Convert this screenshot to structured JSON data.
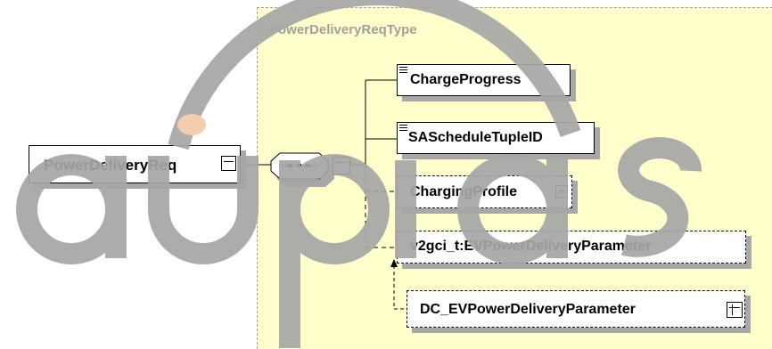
{
  "type_name": "PowerDeliveryReqType",
  "root_element": {
    "label": "PowerDeliveryReq"
  },
  "children": {
    "charge_progress": {
      "label": "ChargeProgress"
    },
    "sa_schedule_tuple_id": {
      "label": "SAScheduleTupleID"
    },
    "charging_profile": {
      "label": "ChargingProfile"
    },
    "ev_power_delivery_parameter": {
      "label": "v2gci_t:EVPowerDeliveryParameter"
    },
    "dc_ev_power_delivery_parameter": {
      "label": "DC_EVPowerDeliveryParameter"
    }
  },
  "watermark": {
    "text": "aupias"
  },
  "colors": {
    "type_background": "#ffffcc",
    "shadow": "#a8a8a8",
    "watermark": "#a6a6a6",
    "watermark_accent": "#f4c9a6"
  }
}
